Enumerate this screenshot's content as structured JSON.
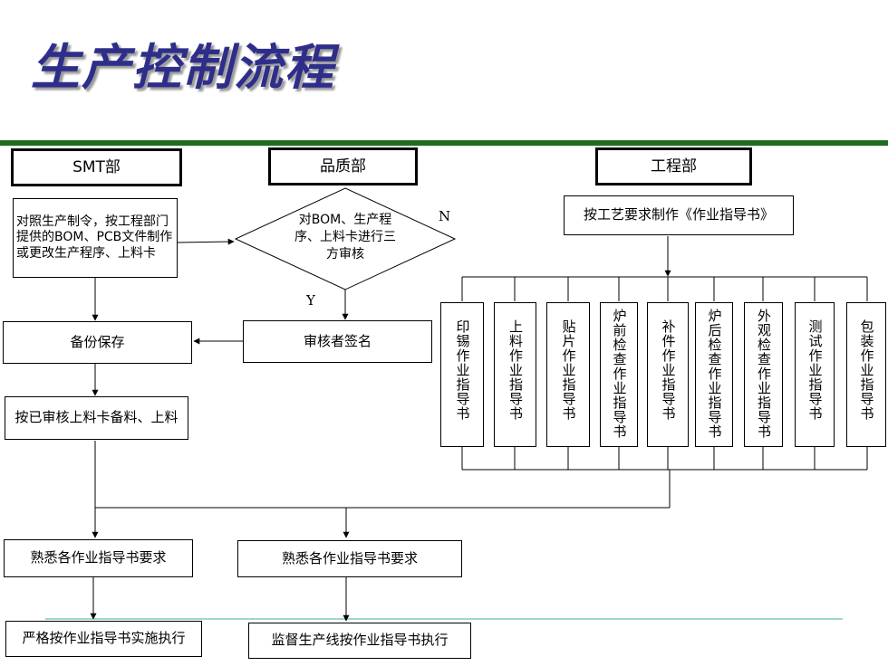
{
  "title": "生产控制流程",
  "departments": {
    "smt": "SMT部",
    "quality": "品质部",
    "engineering": "工程部"
  },
  "boxes": {
    "smt_program": "对照生产制令，按工程部门提供的BOM、PCB文件制作或更改生产程序、上料卡",
    "review": "对BOM、生产程序、上料卡进行三方审核",
    "backup": "备份保存",
    "reviewer_sign": "审核者签名",
    "prepare_materials": "按已审核上料卡备料、上料",
    "make_instructions": "按工艺要求制作《作业指导书》",
    "familiar_left": "熟悉各作业指导书要求",
    "familiar_right": "熟悉各作业指导书要求",
    "execute": "严格按作业指导书实施执行",
    "supervise": "监督生产线按作业指导书执行"
  },
  "labels": {
    "no": "N",
    "yes": "Y"
  },
  "instructions": [
    "印锡作业指导书",
    "上料作业指导书",
    "贴片作业指导书",
    "炉前检查作业指导书",
    "补件作业指导书",
    "炉后检查作业指导书",
    "外观检查作业指导书",
    "测试作业指导书",
    "包装作业指导书"
  ]
}
